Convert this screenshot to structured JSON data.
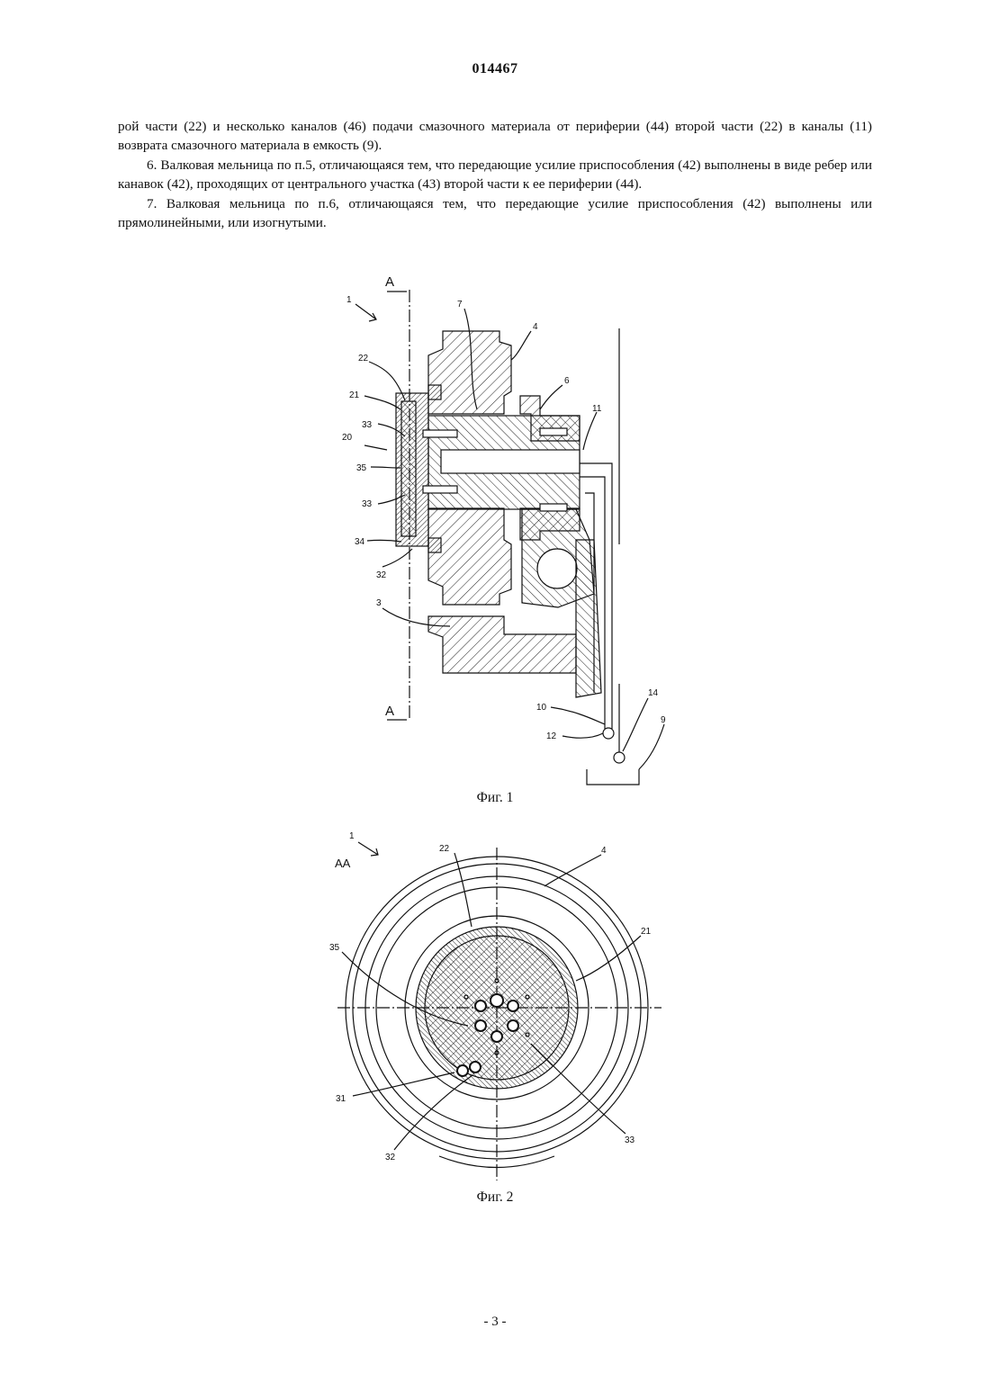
{
  "header": {
    "doc_number": "014467"
  },
  "paragraphs": [
    "рой части (22) и несколько каналов (46) подачи смазочного материала от периферии (44) второй части (22) в каналы (11) возврата смазочного материала в емкость (9).",
    "6. Валковая мельница по п.5, отличающаяся тем, что передающие усилие приспособления (42) выполнены в виде ребер или канавок (42), проходящих от центрального участка (43) второй части к ее периферии (44).",
    "7. Валковая мельница по п.6, отличающаяся тем, что передающие усилие приспособления (42) выполнены или прямолинейными, или изогнутыми."
  ],
  "figure1": {
    "caption": "Фиг. 1",
    "section_mark_top": "A",
    "section_mark_bottom": "A",
    "labels": {
      "l1": "1",
      "l7": "7",
      "l4": "4",
      "l22": "22",
      "l6": "6",
      "l21": "21",
      "l11": "11",
      "l33a": "33",
      "l20": "20",
      "l35": "35",
      "l33b": "33",
      "l34": "34",
      "l32": "32",
      "l3": "3",
      "l14": "14",
      "l10": "10",
      "l9": "9",
      "l12": "12"
    }
  },
  "figure2": {
    "caption": "Фиг. 2",
    "section_name": "AA",
    "labels": {
      "l1": "1",
      "l22": "22",
      "l4": "4",
      "l21": "21",
      "l35": "35",
      "l31": "31",
      "l33": "33",
      "l32": "32"
    }
  },
  "footer": {
    "page": "- 3 -"
  }
}
